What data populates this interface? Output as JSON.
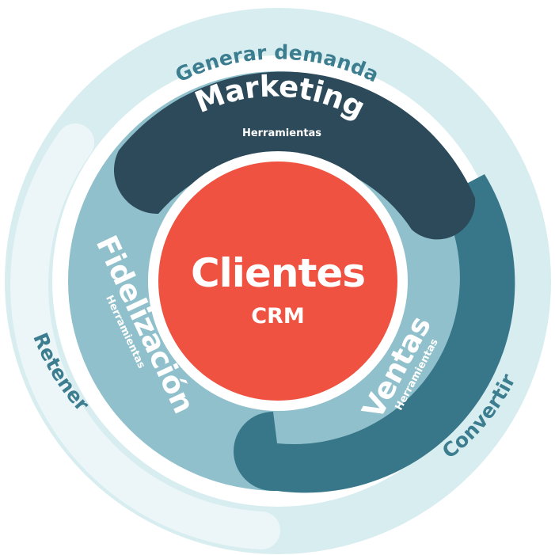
{
  "outer_ring": {
    "labels": {
      "top": "Generar demanda",
      "right": "Convertir",
      "left": "Retener"
    },
    "colors": {
      "base": "#d7edf0",
      "tail_light": "#ecf6f8"
    }
  },
  "segments": [
    {
      "id": "marketing",
      "title": "Marketing",
      "subtitle": "Herramientas",
      "color": "#2c4a5a"
    },
    {
      "id": "ventas",
      "title": "Ventas",
      "subtitle": "Herramientas",
      "color": "#38778a"
    },
    {
      "id": "fidelizacion",
      "title": "Fidelización",
      "subtitle": "Herramientas",
      "color": "#8fc0cb"
    }
  ],
  "center": {
    "title": "Clientes",
    "subtitle": "CRM",
    "color": "#ef5241"
  },
  "colors": {
    "outer_text": "#3c7d8f",
    "white": "#ffffff"
  }
}
